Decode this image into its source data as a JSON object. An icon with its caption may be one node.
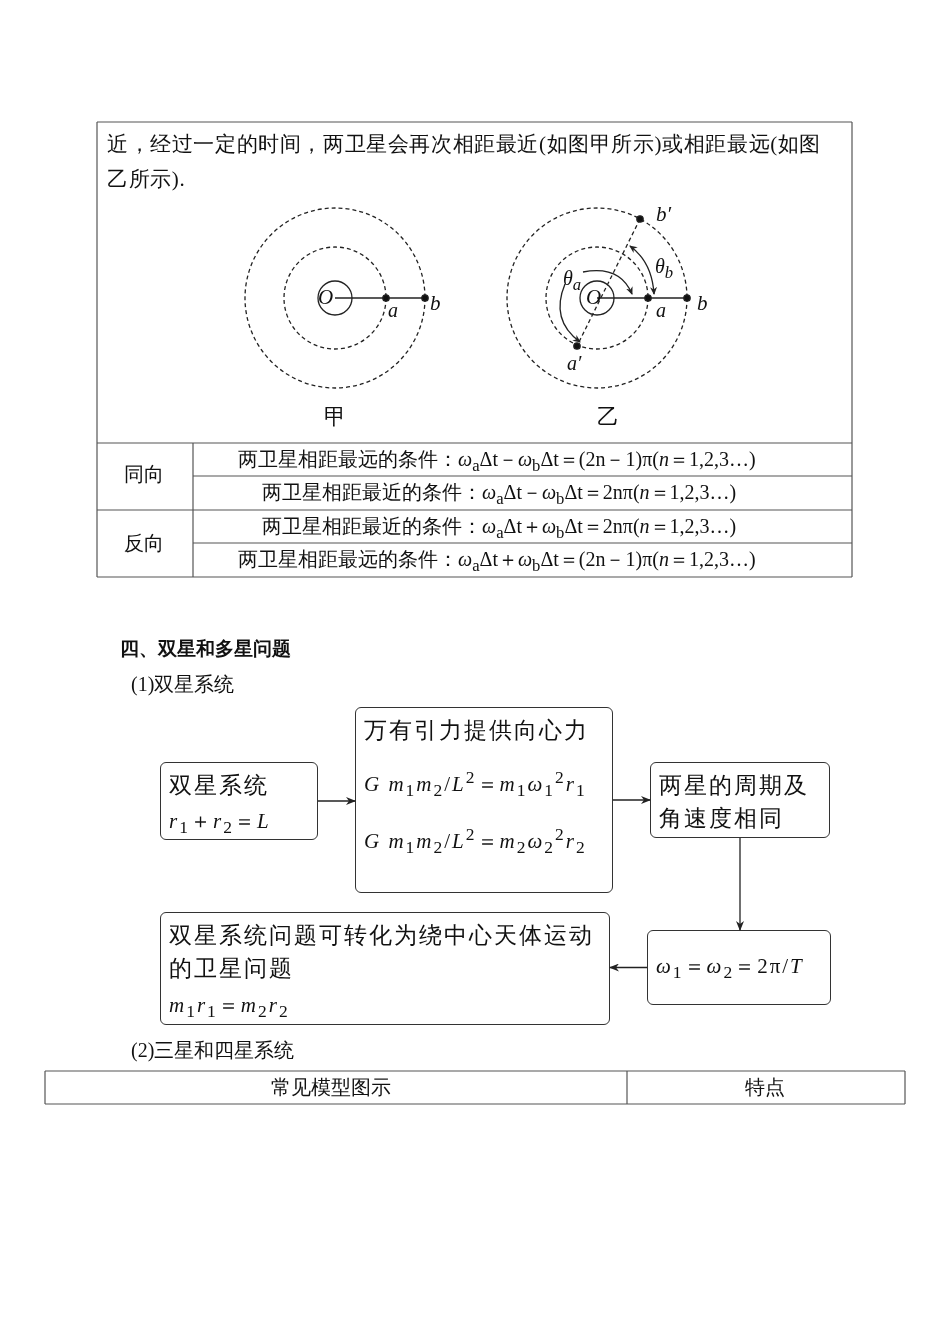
{
  "diagram": {
    "nodes": [
      {
        "text": [
          "双星系统",
          "*r*$_{1}$＋*r*$_{2}$＝*L*"
        ]
      },
      {
        "text": [
          "万有引力提供向心力",
          "*G* *m*$_{1}$*m*$_{2}$/*L*$^{2}$＝*m*$_{1}$*ω*$_{1}$$^{2}$*r*$_{1}$",
          "*G* *m*$_{1}$*m*$_{2}$/*L*$^{2}$＝*m*$_{2}$*ω*$_{2}$$^{2}$*r*$_{2}$"
        ]
      },
      {
        "text": [
          "两星的周期及角速度相同"
        ]
      },
      {
        "text": [
          "双星系统问题可转化为绕中心天体运动的卫星问题",
          "*m*$_{1}$*r*$_{1}$＝*m*$_{2}$*r*$_{2}$"
        ]
      },
      {
        "text": [
          "*ω*$_{1}$＝*ω*$_{2}$＝2π/*T*"
        ]
      }
    ],
    "edges": [
      {
        "from": 0,
        "to": 1,
        "arrow": "to"
      },
      {
        "from": 1,
        "to": 2,
        "arrow": "to"
      },
      {
        "from": 2,
        "to": 4,
        "arrow": "to"
      },
      {
        "from": 4,
        "to": 3,
        "arrow": "to"
      }
    ],
    "labels": [
      "近，经过一定的时间，两卫星会再次相距最近(如图甲所示)或相距最远(如图乙所示).",
      "O",
      "a",
      "b",
      "b′",
      "θ$_{b}$",
      "θ$_{a}$",
      "O",
      "a",
      "b",
      "a′",
      "甲",
      "乙",
      "同向",
      "两卫星相距最远的条件：*ω*$_{a}$Δt－*ω*$_{b}$Δt＝(2n－1)π(*n*＝1,2,3…)",
      "两卫星相距最近的条件：*ω*$_{a}$Δt－*ω*$_{b}$Δt＝2nπ(*n*＝1,2,3…)",
      "反向",
      "两卫星相距最近的条件：*ω*$_{a}$Δt＋*ω*$_{b}$Δt＝2nπ(*n*＝1,2,3…)",
      "两卫星相距最远的条件：*ω*$_{a}$Δt＋*ω*$_{b}$Δt＝(2n－1)π(*n*＝1,2,3…)",
      "四、双星和多星问题",
      "(1)双星系统",
      "(2)三星和四星系统",
      "常见模型图示",
      "特点"
    ]
  }
}
